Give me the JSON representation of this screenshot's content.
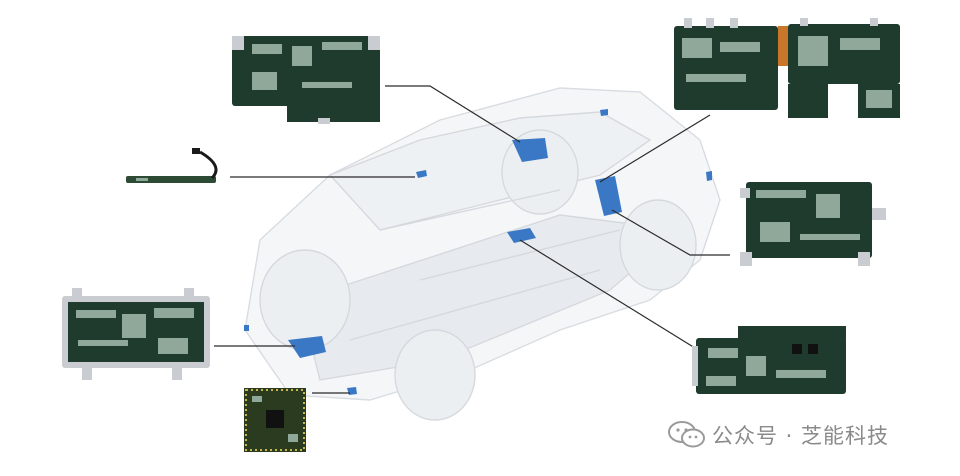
{
  "watermark": {
    "text": "公众号 · 芝能科技",
    "icon": "wechat-icon"
  },
  "colors": {
    "accent": "#3a78c6",
    "board": "#1f3b2e",
    "metal": "#c9ccd0",
    "line": "#2b2b2b"
  },
  "components": [
    "controller-board-top-center",
    "antenna-module",
    "power-module-left",
    "small-sensor-board",
    "dual-domain-controller-boards",
    "controller-board-right",
    "controller-board-bottom-right"
  ]
}
